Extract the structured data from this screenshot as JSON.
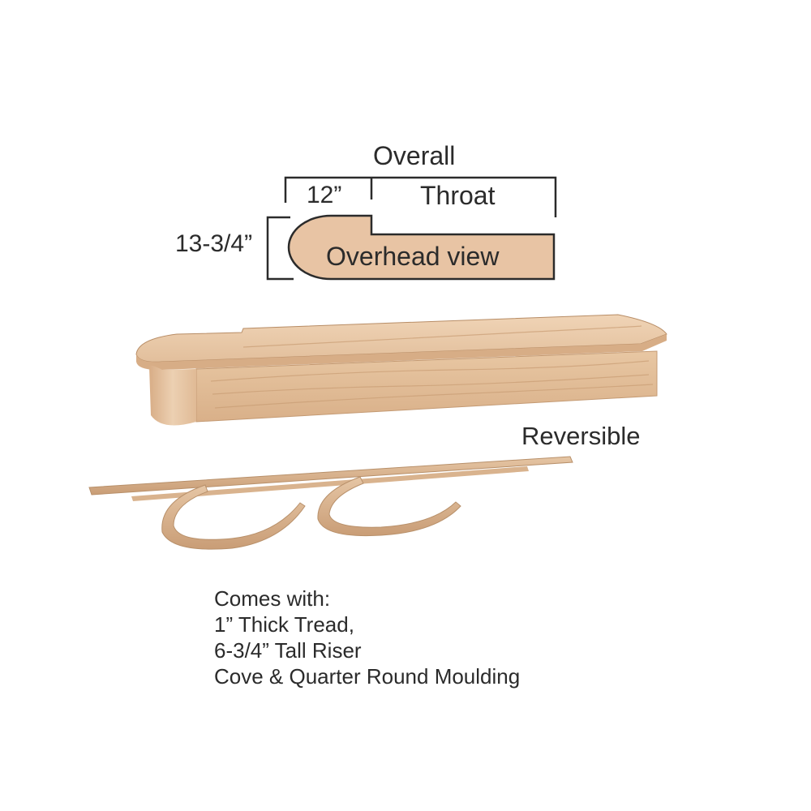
{
  "diagram": {
    "dimensions": {
      "overall_label": "Overall",
      "bullnose_width_label": "12”",
      "throat_label": "Throat",
      "depth_label": "13-3/4”",
      "overhead_view_label": "Overhead view"
    },
    "reversible_label": "Reversible",
    "includes": {
      "heading": "Comes with:",
      "items": [
        "1” Thick Tread,",
        "6-3/4” Tall Riser",
        "Cove & Quarter Round Moulding"
      ]
    },
    "colors": {
      "wood_light": "#e9c9a8",
      "wood_mid": "#dcb48c",
      "wood_dark": "#c79a72",
      "outline": "#2b2b2b"
    }
  }
}
